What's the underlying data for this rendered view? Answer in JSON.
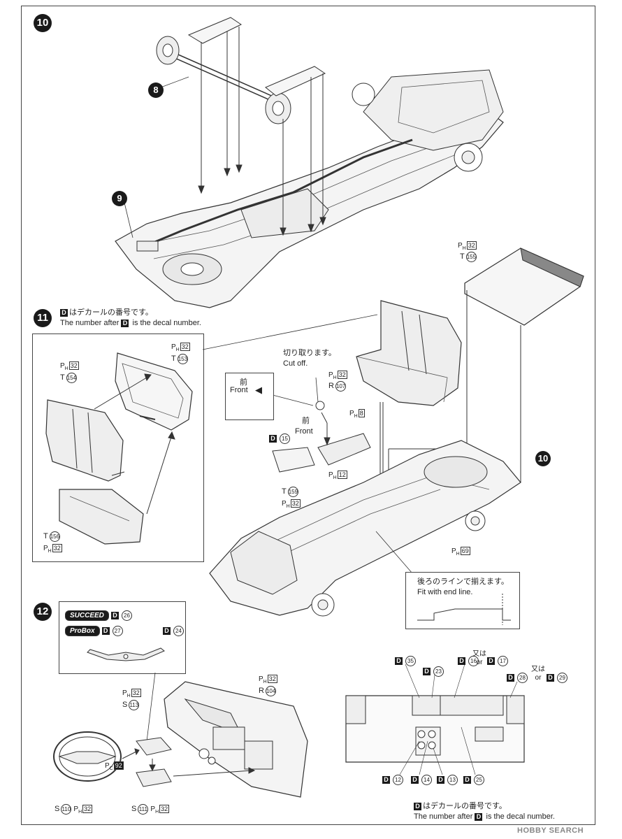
{
  "steps": {
    "step10": "10",
    "step11": "11",
    "step12": "12"
  },
  "step10": {
    "callout_8": "8",
    "callout_9": "9"
  },
  "step11": {
    "decal_note_jp": "はデカールの番号です。",
    "decal_note_en_prefix": "The number after",
    "decal_note_en_suffix": "is the decal number.",
    "d_letter": "D",
    "callout_10": "10",
    "deck_ph": "PH",
    "deck_ph_num": "32",
    "deck_t": "T",
    "deck_t_num": "155",
    "seat_back_ph_num": "32",
    "seat_back_t_num": "153",
    "seat_side_ph_num": "32",
    "seat_side_t_num": "154",
    "cushion_t_num": "156",
    "cushion_ph_num": "32",
    "cut_off_jp": "切り取ります。",
    "cut_off_en": "Cut off.",
    "front_jp": "前",
    "front_en": "Front",
    "lever_ph_num": "32",
    "lever_r": "R",
    "lever_r_num": "107",
    "pin_ph_num": "8",
    "front2_jp": "前",
    "front2_en": "Front",
    "console_d_num": "15",
    "console_ph_num": "12",
    "console_t_num": "159",
    "console_ph2_num": "32",
    "floor_ph_num": "69",
    "end_line_jp": "後ろのラインで揃えます。",
    "end_line_en": "Fit with end line."
  },
  "step12": {
    "logo_succeed": "SUCCEED",
    "logo_probox": "ProBox",
    "succeed_d_num": "26",
    "probox_d_num": "27",
    "wheel_d_num": "24",
    "column_ph_num": "32",
    "column_s": "S",
    "column_s_num": "113",
    "dash_ph_num": "32",
    "dash_r": "R",
    "dash_r_num": "104",
    "pc_label": "PC",
    "pc_num": "92",
    "wheel_s_num": "110",
    "wheel_ph_num": "32",
    "stalk_s_num": "111",
    "stalk_ph_num": "32",
    "panel_d_35": "35",
    "panel_d_23": "23",
    "panel_d_16": "16",
    "or_jp_1": "又は",
    "or_en_1": "or",
    "panel_d_17": "17",
    "panel_d_28": "28",
    "or_jp_2": "又は",
    "or_en_2": "or",
    "panel_d_29": "29",
    "panel_d_12": "12",
    "panel_d_14": "14",
    "panel_d_13": "13",
    "panel_d_25": "25",
    "decal_note_jp": "はデカールの番号です。",
    "decal_note_en_prefix": "The number after",
    "decal_note_en_suffix": "is the decal number."
  },
  "watermark": "HOBBY SEARCH"
}
